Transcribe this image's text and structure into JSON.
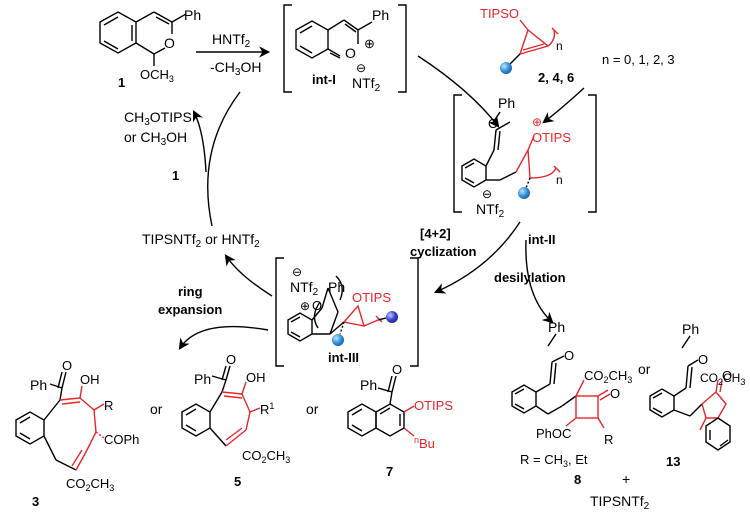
{
  "colors": {
    "ink": "#000000",
    "highlight": "#e8262b",
    "bead": "#2f8fd8",
    "bead_dark": "#3340d0"
  },
  "top": {
    "ph1": "Ph",
    "ome": "OCH",
    "ome_sub": "3",
    "cpd1": "1",
    "reagent": "HNTf",
    "reagent_sub": "2",
    "byproduct": "-CH",
    "byproduct_sub": "3",
    "byproduct_end": "OH",
    "intI_ph": "Ph",
    "intI_plus": "⊕",
    "intI_minus": "⊖",
    "intI_ntf": "NTf",
    "intI_ntf_sub": "2",
    "intI_label": "int-I",
    "tipso": "TIPSO",
    "n_small": "n",
    "cpd_246_a": "2",
    "cpd_246_b": "4",
    "cpd_246_c": "6",
    "n_values": "n = 0, 1, 2, 3"
  },
  "left": {
    "recycle_line1": "CH",
    "recycle_line1_sub": "3",
    "recycle_line1_end": "OTIPS",
    "recycle_line2": "or CH",
    "recycle_line2_sub": "3",
    "recycle_line2_end": "OH",
    "cpd1": "1",
    "catalyst": "TIPSNTf",
    "catalyst_sub": "2",
    "catalyst_mid": " or HNTf",
    "catalyst_sub2": "2"
  },
  "intII": {
    "ph": "Ph",
    "plus": "⊕",
    "otips": "OTIPS",
    "n": "n",
    "minus": "⊖",
    "ntf": "NTf",
    "ntf_sub": "2",
    "label": "int-II"
  },
  "mid": {
    "cyc1": "[4+2]",
    "cyc2": "cyclization",
    "desilylation": "desilylation",
    "ring1": "ring",
    "ring2": "expansion"
  },
  "intIII": {
    "minus": "⊖",
    "ntf": "NTf",
    "ntf_sub": "2",
    "ph": "Ph",
    "plus": "⊕",
    "o": "O",
    "otips": "OTIPS",
    "label": "int-III"
  },
  "prod8": {
    "ph": "Ph",
    "o": "O",
    "co2me": "CO",
    "co2me_sub": "2",
    "co2me_end": "CH",
    "co2me_sub2": "3",
    "ketone_o": "O",
    "or": "or",
    "phoc": "PhOC",
    "r": "R",
    "r_def": "R = CH",
    "r_def_sub": "3",
    "r_def_end": ", Et",
    "label": "8"
  },
  "prod13": {
    "ph": "Ph",
    "o": "O",
    "co2me": "CO",
    "co2me_sub": "2",
    "co2me_end": "CH",
    "co2me_sub2": "3",
    "ketone_o": "O",
    "label": "13",
    "plus": "+",
    "byp": "TIPSNTf",
    "byp_sub": "2"
  },
  "prod3": {
    "o": "O",
    "ph": "Ph",
    "oh": "OH",
    "r": "R",
    "cooph": "COPh",
    "co2me": "CO",
    "co2me_sub": "2",
    "co2me_end": "CH",
    "co2me_sub2": "3",
    "label": "3",
    "or": "or"
  },
  "prod5": {
    "o": "O",
    "ph": "Ph",
    "oh": "OH",
    "r": "R",
    "r_sup": "1",
    "co2me": "CO",
    "co2me_sub": "2",
    "co2me_end": "CH",
    "co2me_sub2": "3",
    "label": "5",
    "or": "or"
  },
  "prod7": {
    "o": "O",
    "ph": "Ph",
    "otips": "OTIPS",
    "nbu_sup": "n",
    "nbu": "Bu",
    "label": "7"
  }
}
